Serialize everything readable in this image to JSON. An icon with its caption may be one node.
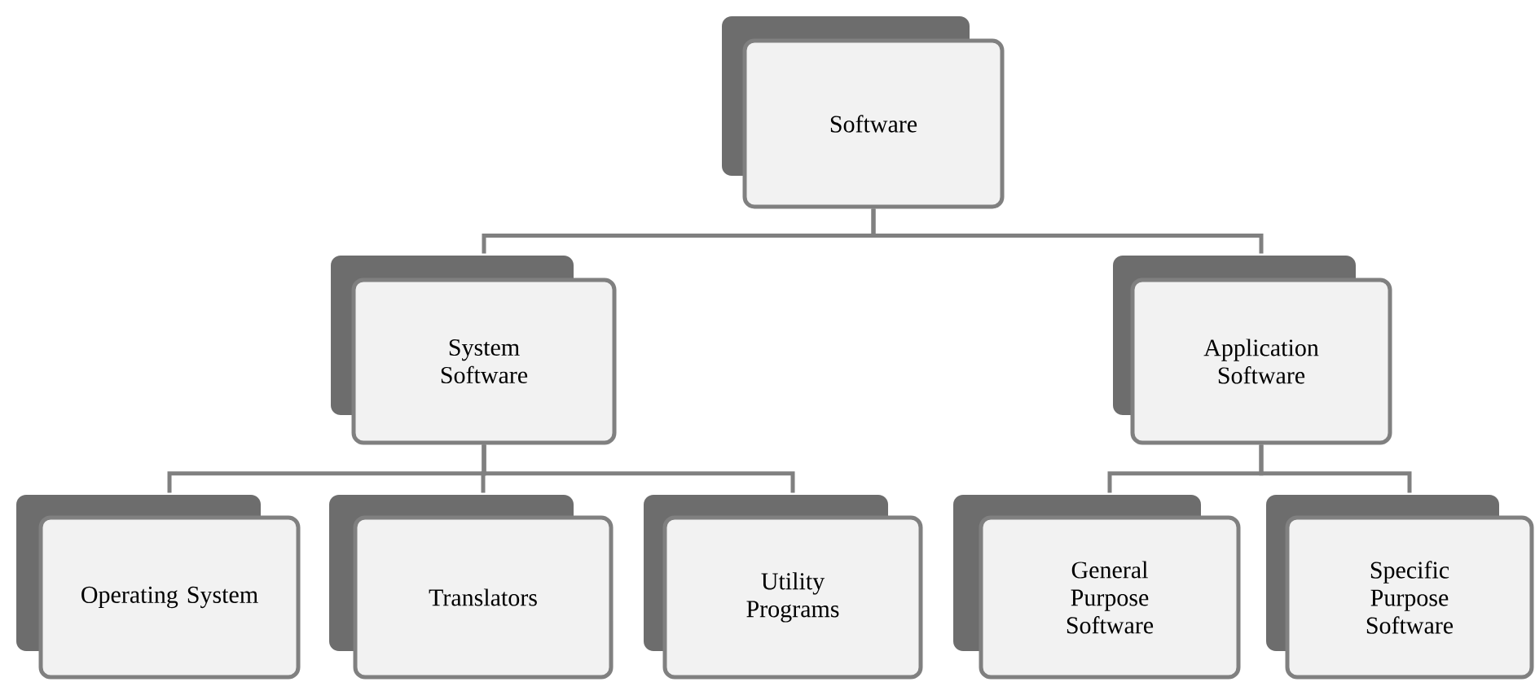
{
  "diagram": {
    "nodes": [
      {
        "text": [
          "Software"
        ]
      },
      {
        "text": [
          "System Software"
        ]
      },
      {
        "text": [
          "Application Software"
        ]
      },
      {
        "text": [
          "Operating System"
        ]
      },
      {
        "text": [
          "Translators"
        ]
      },
      {
        "text": [
          "Utility Programs"
        ]
      },
      {
        "text": [
          "General Purpose Software"
        ]
      },
      {
        "text": [
          "Specific Purpose Software"
        ]
      }
    ],
    "edges": [
      {
        "from": 0,
        "to": 1,
        "arrow": "none"
      },
      {
        "from": 0,
        "to": 2,
        "arrow": "none"
      },
      {
        "from": 1,
        "to": 3,
        "arrow": "none"
      },
      {
        "from": 1,
        "to": 4,
        "arrow": "none"
      },
      {
        "from": 1,
        "to": 5,
        "arrow": "none"
      },
      {
        "from": 2,
        "to": 6,
        "arrow": "none"
      },
      {
        "from": 2,
        "to": 7,
        "arrow": "none"
      }
    ]
  }
}
